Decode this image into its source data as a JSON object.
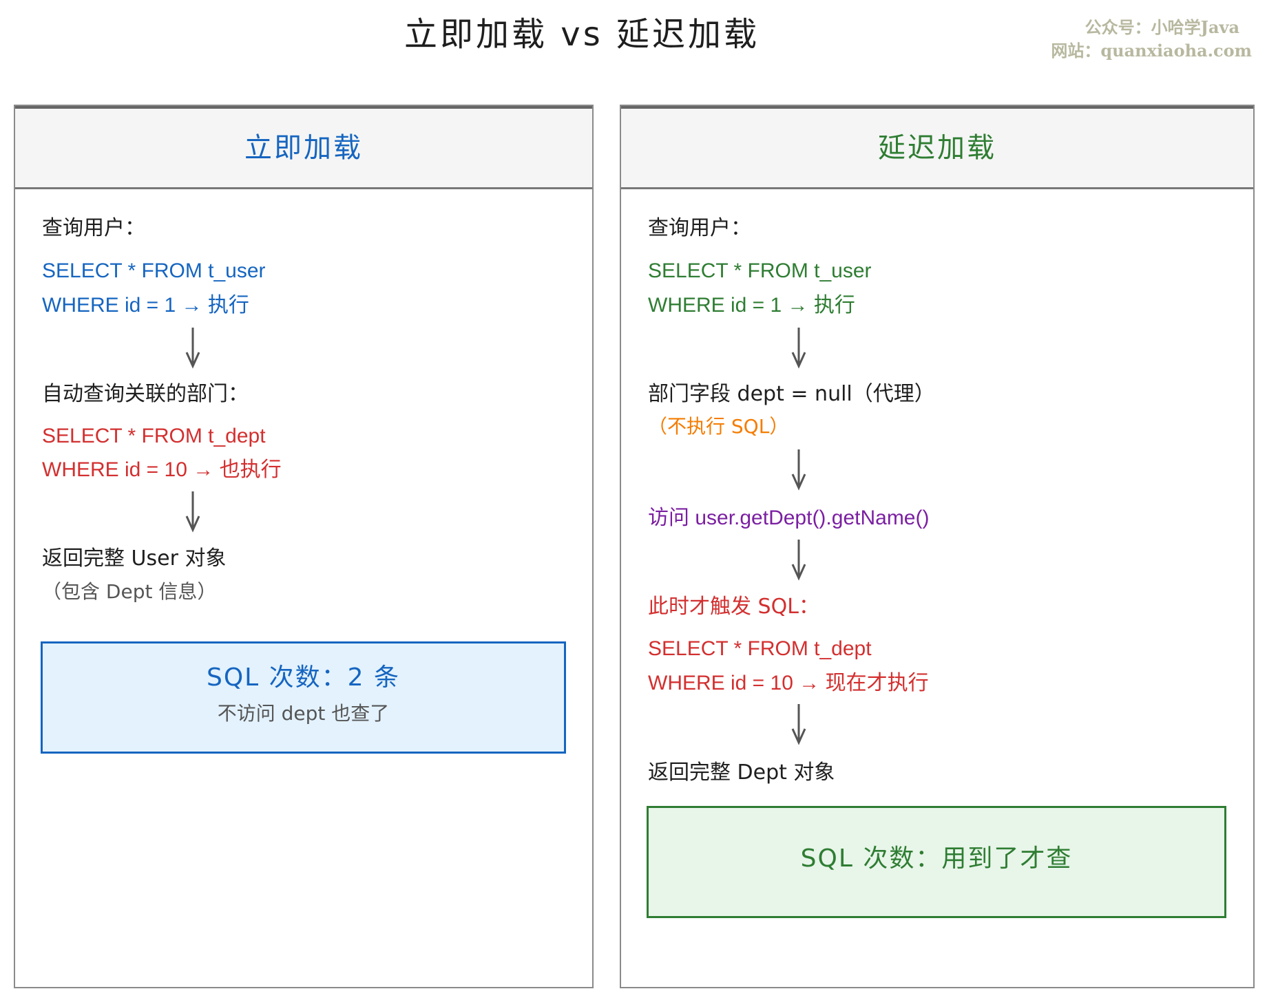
{
  "title": "立即加载 vs 延迟加载",
  "watermark": {
    "line1": "公众号：小哈学Java",
    "line2": "网站：quanxiaoha.com"
  },
  "colors": {
    "blue": "#1565c0",
    "green": "#2e7d32",
    "red": "#d32f2f",
    "orange": "#f57c00",
    "purple": "#7b1fa2"
  },
  "left": {
    "header": "立即加载",
    "query_label": "查询用户：",
    "sql1_line1": "SELECT * FROM t_user",
    "sql1_line2": "WHERE id = 1  → 执行",
    "auto_label": "自动查询关联的部门：",
    "sql2_line1": "SELECT * FROM t_dept",
    "sql2_line2": "WHERE id = 10 → 也执行",
    "return_label": "返回完整 User 对象",
    "return_note": "（包含 Dept 信息）",
    "summary_title": "SQL 次数：2 条",
    "summary_note": "不访问 dept 也查了"
  },
  "right": {
    "header": "延迟加载",
    "query_label": "查询用户：",
    "sql1_line1": "SELECT * FROM t_user",
    "sql1_line2": "WHERE id = 1  → 执行",
    "field_label": "部门字段 dept = null（代理）",
    "field_note": "（不执行 SQL）",
    "access_label": "访问 user.getDept().getName()",
    "trigger_label": "此时才触发 SQL：",
    "sql2_line1": "SELECT * FROM t_dept",
    "sql2_line2": "WHERE id = 10 → 现在才执行",
    "return_label": "返回完整 Dept 对象",
    "summary_title": "SQL 次数：用到了才查"
  }
}
